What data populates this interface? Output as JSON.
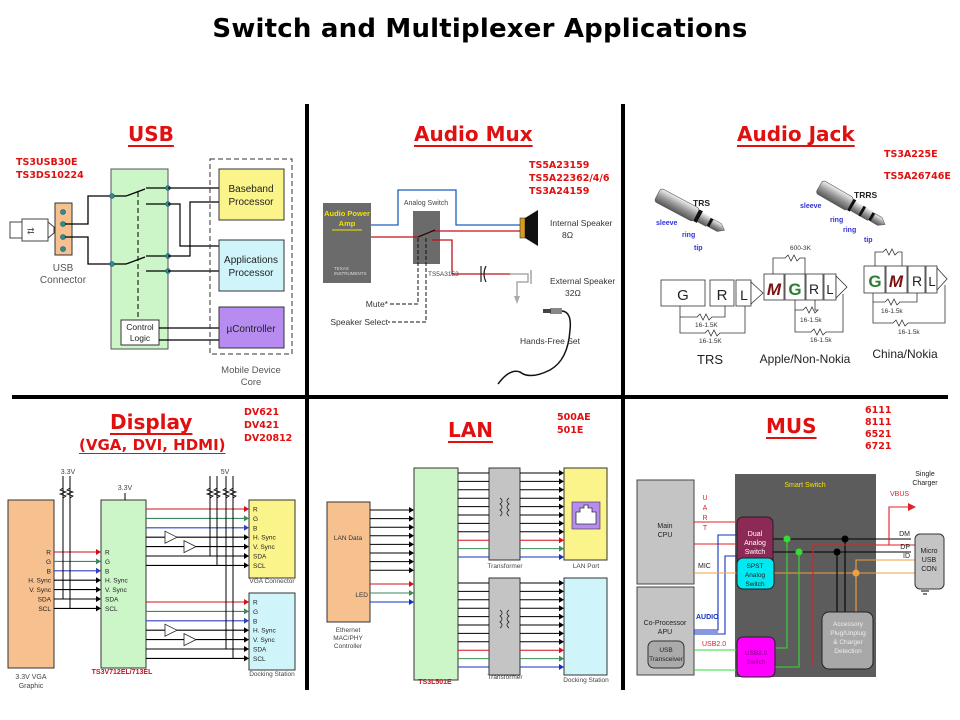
{
  "page": {
    "title": "Switch and Multiplexer Applications"
  },
  "sections": {
    "usb": {
      "title": "USB",
      "parts": [
        "TS3USB30E",
        "TS3DS10224"
      ],
      "labels": {
        "connector": [
          "USB",
          "Connector"
        ],
        "baseband": [
          "Baseband",
          "Processor"
        ],
        "applications": [
          "Applications",
          "Processor"
        ],
        "ucontroller": "µController",
        "control_logic": [
          "Control",
          "Logic"
        ],
        "core": [
          "Mobile Device",
          "Core"
        ]
      },
      "colors": {
        "switch_box": "#ccf5c8",
        "connector": "#f6c08f",
        "baseband": "#fbf48a",
        "applications": "#cff5fb",
        "ucontroller": "#b78cf0",
        "node": "#2c8c99"
      }
    },
    "audio_mux": {
      "title": "Audio Mux",
      "parts": [
        "TS5A23159",
        "TS5A22362/4/6",
        "TS3A24159"
      ],
      "labels": {
        "amp": [
          "Audio Power",
          "Amp"
        ],
        "ti_logo": [
          "TEXAS",
          "INSTRUMENTS"
        ],
        "analog_switch": "Analog Switch",
        "switch_part": "TS5A3153",
        "internal_speaker": [
          "Internal Speaker",
          "8Ω"
        ],
        "external_speaker": [
          "External Speaker",
          "32Ω"
        ],
        "mute": "Mute*",
        "speaker_select": "Speaker Select",
        "hands_free": "Hands-Free Set"
      },
      "colors": {
        "amp": "#6b6b6b",
        "amp_text": "#f2e200",
        "blue_wire": "#1b5fc0",
        "red_wire": "#c0101a",
        "speaker_cone": "#d89b20"
      }
    },
    "audio_jack": {
      "title": "Audio Jack",
      "parts": [
        "TS3A225E",
        "TS5A26746E"
      ],
      "labels": {
        "trs_plug": "TRS",
        "trrs_plug": "TRRS",
        "sleeve": "sleeve",
        "ring": "ring",
        "tip": "tip",
        "r_600": "600-3K",
        "r_16_1_5K": "16-1.5K",
        "r_16_1_5k": "16-1.5k",
        "cap_trs": "TRS",
        "cap_apple": "Apple/Non-Nokia",
        "cap_china": "China/Nokia",
        "G": "G",
        "R": "R",
        "L": "L",
        "M": "M"
      },
      "colors": {
        "plug_label": "#3030d8",
        "M": "#7a1010",
        "G": "#2e7d32"
      }
    },
    "display": {
      "title": "Display",
      "subtitle": "(VGA, DVI, HDMI)",
      "parts": [
        "DV621",
        "DV421",
        "DV20812"
      ],
      "labels": {
        "v33": "3.3V",
        "v5": "5V",
        "signals": [
          "R",
          "G",
          "B",
          "H. Sync",
          "V. Sync",
          "SDA",
          "SCL"
        ],
        "source": [
          "3.3V VGA",
          "Graphic"
        ],
        "switch_part": "TS3V712EL/713EL",
        "vga": "VGA Connector",
        "dock": "Docking Station"
      },
      "colors": {
        "source": "#f6c08f",
        "switch": "#ccf5c8",
        "vga": "#fbf48a",
        "dock": "#cff5fb",
        "r": "#d0101a",
        "g": "#3a8a5a",
        "b": "#3040c0"
      }
    },
    "lan": {
      "title": "LAN",
      "parts": [
        "500AE",
        "501E"
      ],
      "labels": {
        "lan_data": "LAN Data",
        "led": "LED",
        "controller": [
          "Ethernet",
          "MAC/PHY",
          "Controller"
        ],
        "switch_part": "TS3L501E",
        "transformer": "Transformer",
        "lan_port": "LAN Port",
        "dock": "Docking Station"
      },
      "colors": {
        "controller": "#f6c08f",
        "switch": "#ccf5c8",
        "transformer": "#c4c4c4",
        "lan_port": "#fbf48a",
        "dock": "#cff5fb",
        "jack": "#b78cf0"
      }
    },
    "mus": {
      "title": "MUS",
      "parts": [
        "6111",
        "8111",
        "6521",
        "6721"
      ],
      "labels": {
        "smart_switch": "Smart Switch",
        "main_cpu": [
          "Main",
          "CPU"
        ],
        "uart": [
          "U",
          "A",
          "R",
          "T"
        ],
        "mic": "MIC",
        "audio": "AUDIO",
        "usb20": "USB2.0",
        "coprocessor": [
          "Co-Processor",
          "APU"
        ],
        "usb_transceiver": [
          "USB",
          "Transceiver"
        ],
        "dual_switch": [
          "Dual",
          "Analog",
          "Switch"
        ],
        "spst_switch": [
          "SPST",
          "Analog",
          "Switch"
        ],
        "usb_switch": [
          "USB2.0",
          "Switch"
        ],
        "accessory": [
          "Accessory",
          "Plug/Unplug",
          "& Charger",
          "Detection"
        ],
        "vbus": "VBUS",
        "single_charger": [
          "Single",
          "Charger"
        ],
        "dm": "DM",
        "dp": "DP",
        "id": "ID",
        "micro_usb": [
          "Micro",
          "USB",
          "CON"
        ]
      },
      "colors": {
        "smart_switch_bg": "#5c5c5c",
        "title_text": "#f2e200",
        "cpu": "#c4c4c4",
        "dual": "#8c2a55",
        "spst": "#00e8f0",
        "usb_sw": "#ff00ff",
        "accessory": "#a8a8a8",
        "green": "#33dd33",
        "orange": "#f0a040",
        "red": "#e0202a",
        "blue": "#1030c0"
      }
    }
  }
}
